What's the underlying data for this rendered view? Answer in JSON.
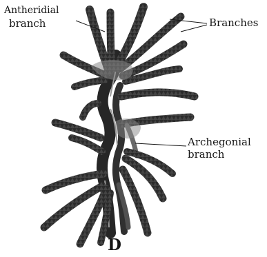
{
  "labels": {
    "antheridial_line1": "Antheridial",
    "antheridial_line2": "branch",
    "branches": "Branches",
    "archegonial_line1": "Archegonial",
    "archegonial_line2": "branch",
    "figure_letter": "D"
  },
  "colors": {
    "ink": "#161616",
    "leaf_dark": "#2b2b2b",
    "leaf_shade": "#555555",
    "stem_highlight": "#9a9a9a",
    "background": "#ffffff"
  }
}
